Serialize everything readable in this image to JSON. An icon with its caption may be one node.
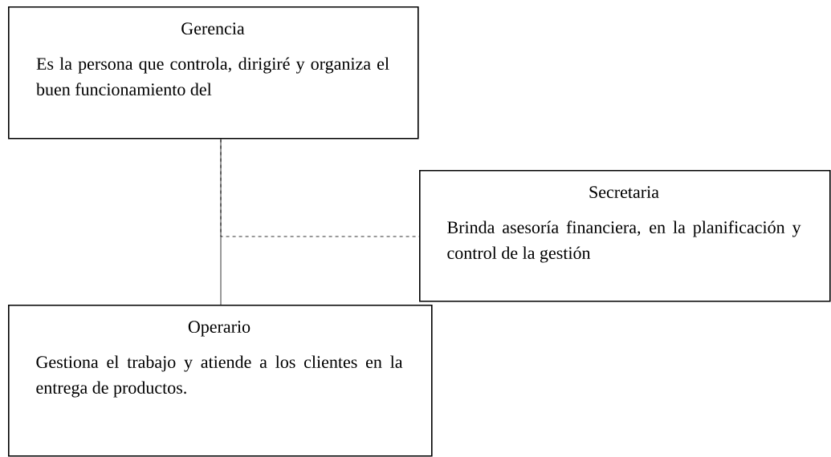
{
  "diagram": {
    "nodes": [
      {
        "text": [
          "Gerencia",
          "Es la persona que controla, dirigiré y organiza el buen funcionamiento del"
        ]
      },
      {
        "text": [
          "Secretaria",
          "Brinda asesoría financiera, en la planificación y control de la gestión"
        ]
      },
      {
        "text": [
          "Operario",
          "Gestiona el trabajo y atiende a los clientes en la entrega de productos."
        ]
      }
    ],
    "edges": [
      {
        "from": 0,
        "to": 2,
        "arrow": "none"
      },
      {
        "from": 0,
        "to": 1,
        "arrow": "none",
        "style": "dashed"
      }
    ]
  }
}
